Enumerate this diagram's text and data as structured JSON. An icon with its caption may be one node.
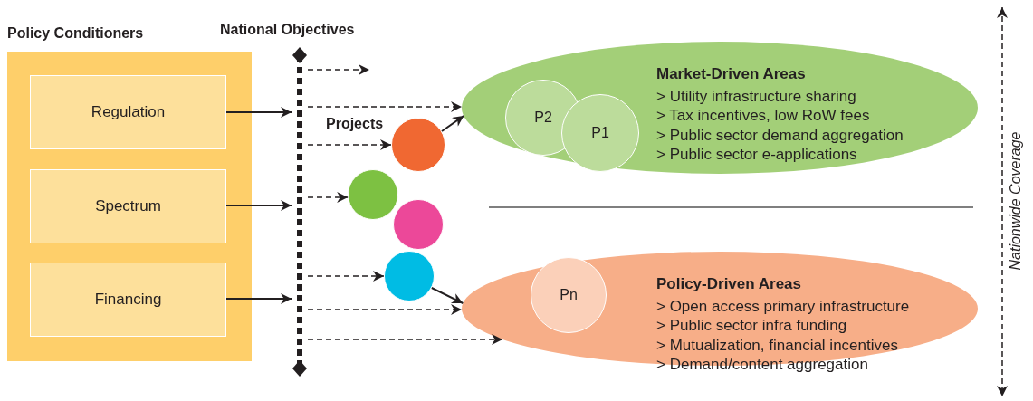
{
  "diagram": {
    "nodes": [
      {
        "text": [
          "Policy Conditioners"
        ]
      },
      {
        "text": [
          "Regulation"
        ],
        "in": 0
      },
      {
        "text": [
          "Spectrum"
        ],
        "in": 0
      },
      {
        "text": [
          "Financing"
        ],
        "in": 0
      },
      {
        "text": [],
        "shape": "bar"
      },
      {
        "text": [],
        "shape": "circle"
      },
      {
        "text": [],
        "shape": "circle"
      },
      {
        "text": [],
        "shape": "circle"
      },
      {
        "text": [],
        "shape": "circle"
      },
      {
        "text": [
          "Market-Driven Areas",
          "> Utility infrastructure sharing",
          "> Tax incentives, low RoW fees",
          "> Public sector demand aggregation",
          "> Public sector e-applications"
        ]
      },
      {
        "text": [
          "P2"
        ],
        "in": 9
      },
      {
        "text": [
          "P1"
        ],
        "in": 9
      },
      {
        "text": [
          "Policy-Driven Areas",
          "> Open access primary infrastructure",
          "> Public sector infra funding",
          "> Mutualization, financial incentives",
          "> Demand/content aggregation"
        ]
      },
      {
        "text": [
          "Pn"
        ],
        "in": 12
      }
    ],
    "edges": [
      {
        "from": 1,
        "to": 4,
        "arrow": "to"
      },
      {
        "from": 2,
        "to": 4,
        "arrow": "to"
      },
      {
        "from": 3,
        "to": 4,
        "arrow": "to"
      },
      {
        "from": 4,
        "to": null,
        "arrow": "to",
        "style": "dashed"
      },
      {
        "from": 4,
        "to": 9,
        "arrow": "to",
        "style": "dashed"
      },
      {
        "from": 4,
        "to": 5,
        "arrow": "to",
        "style": "dashed"
      },
      {
        "from": 4,
        "to": 6,
        "arrow": "to",
        "style": "dashed"
      },
      {
        "from": 4,
        "to": 8,
        "arrow": "to",
        "style": "dashed"
      },
      {
        "from": 4,
        "to": 12,
        "arrow": "to",
        "style": "dashed"
      },
      {
        "from": 4,
        "to": 12,
        "arrow": "to",
        "style": "dashed"
      },
      {
        "from": 5,
        "to": 9,
        "arrow": "to"
      },
      {
        "from": 8,
        "to": 12,
        "arrow": "to"
      }
    ],
    "labels": [
      "National Objectives",
      "Projects",
      "Nationwide Coverage"
    ]
  }
}
